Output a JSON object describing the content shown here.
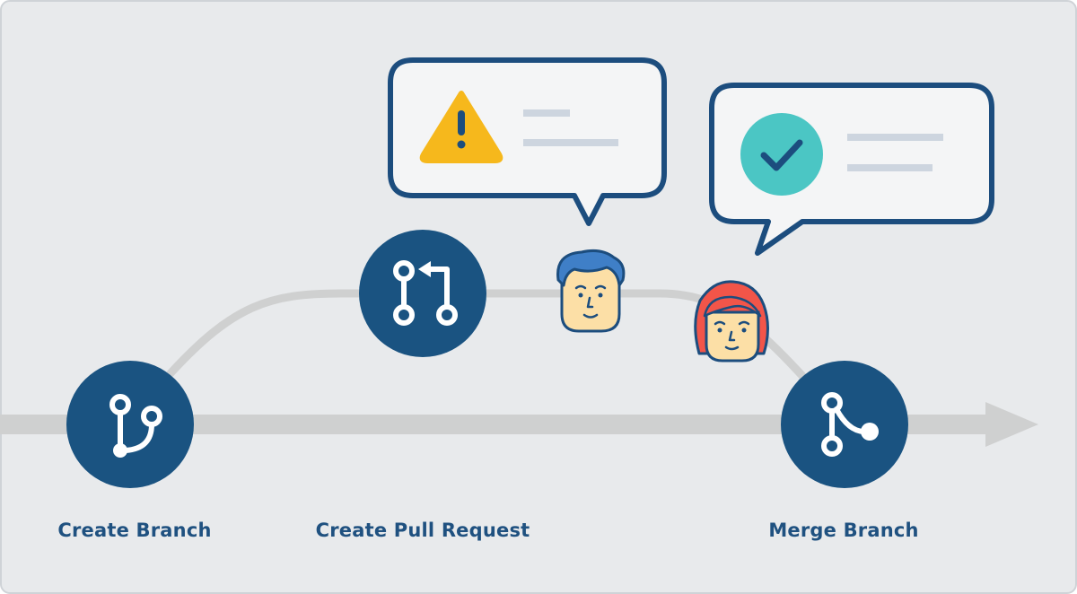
{
  "steps": [
    {
      "label": "Create Branch",
      "icon": "branch-icon"
    },
    {
      "label": "Create Pull Request",
      "icon": "pull-request-icon"
    },
    {
      "label": "Merge Branch",
      "icon": "merge-icon"
    }
  ],
  "bubbles": [
    {
      "icon": "warning-icon",
      "color": "#f6b81c"
    },
    {
      "icon": "check-icon",
      "color": "#4bc6c4"
    }
  ],
  "colors": {
    "background": "#e8eaec",
    "node": "#1a5381",
    "track": "#cfd0d0",
    "bubble_border": "#1c4d7e",
    "bubble_fill": "#f4f5f6",
    "placeholder_line": "#cdd5df",
    "label": "#1f5180"
  }
}
